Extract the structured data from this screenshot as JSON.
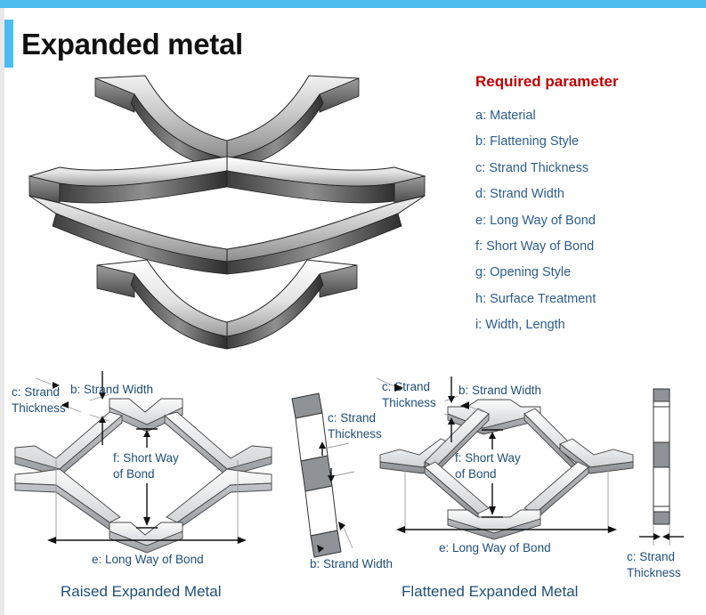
{
  "page": {
    "title": "Expanded metal",
    "accent_color": "#4DBCEF",
    "label_color": "#1F4E79",
    "heading_color": "#C00000"
  },
  "parameters": {
    "heading": "Required parameter",
    "items": [
      "a: Material",
      "b: Flattening Style",
      "c: Strand Thickness",
      "d: Strand Width",
      "e: Long Way of Bond",
      "f: Short Way of Bond",
      "g: Opening Style",
      "h: Surface Treatment",
      "i: Width, Length"
    ]
  },
  "raised_diagram": {
    "caption": "Raised Expanded Metal",
    "labels": {
      "strand_thickness_l1": "c: Strand",
      "strand_thickness_l2": "Thickness",
      "strand_width": "b: Strand Width",
      "short_way_l1": "f: Short Way",
      "short_way_l2": "of Bond",
      "long_way": "e: Long Way of Bond"
    }
  },
  "strand_detail": {
    "labels": {
      "strand_thickness_l1": "c: Strand",
      "strand_thickness_l2": "Thickness",
      "strand_width": "b: Strand Width"
    }
  },
  "flattened_diagram": {
    "caption": "Flattened Expanded Metal",
    "labels": {
      "strand_thickness_l1": "c: Strand",
      "strand_thickness_l2": "Thickness",
      "strand_width": "b: Strand Width",
      "short_way_l1": "f: Short Way",
      "short_way_l2": "of Bond",
      "long_way": "e: Long Way of Bond"
    }
  },
  "edge_detail": {
    "labels": {
      "strand_thickness_l1": "c: Strand",
      "strand_thickness_l2": "Thickness"
    }
  }
}
